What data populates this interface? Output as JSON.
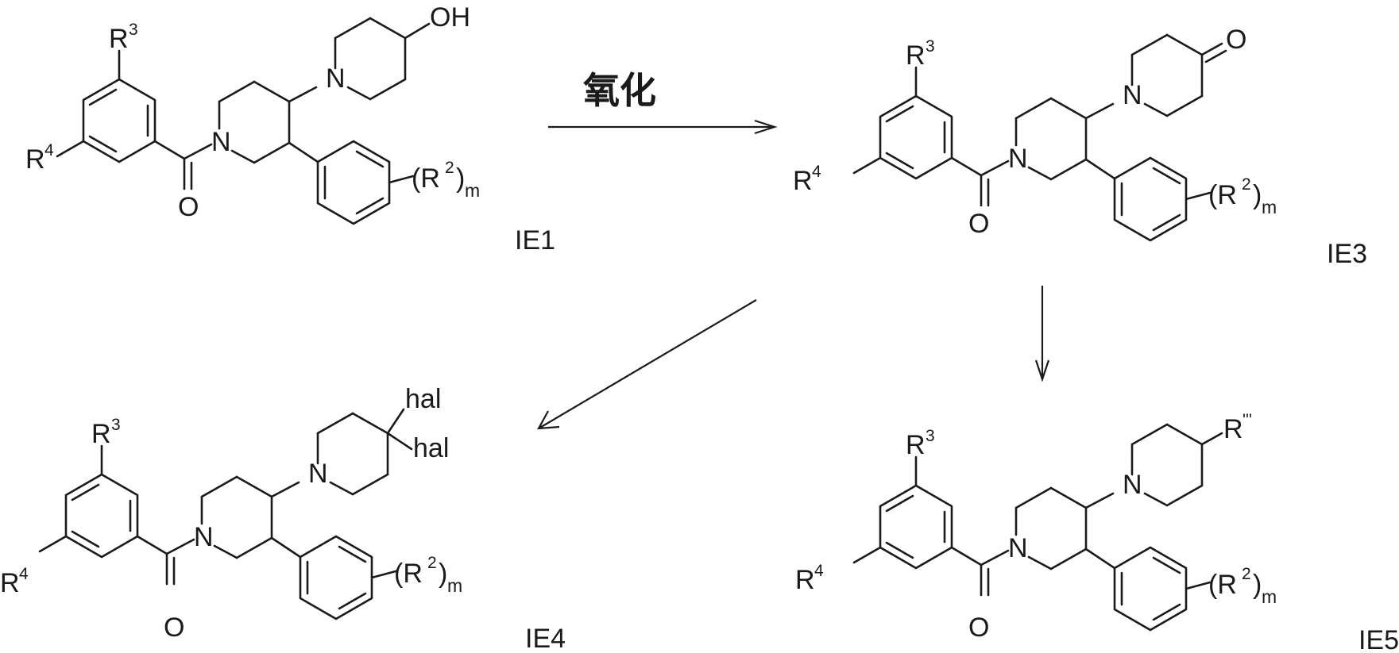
{
  "reaction": {
    "reagent_label": "氧化"
  },
  "labels": {
    "R3": "R",
    "R3_sup": "3",
    "R4": "R",
    "R4_sup": "4",
    "N": "N",
    "O": "O",
    "OH": "OH",
    "hal": "hal",
    "R2_open": "(R",
    "R2_sup": "2",
    "R2_close": ")",
    "R2_sub": "m",
    "Rprime": "R",
    "Rprime_sup": "'''"
  },
  "compounds": {
    "IE1": {
      "id": "IE1",
      "substituent": "OH"
    },
    "IE3": {
      "id": "IE3",
      "substituent": "O"
    },
    "IE4": {
      "id": "IE4",
      "substituent": "hal, hal"
    },
    "IE5": {
      "id": "IE5",
      "substituent": "R'''"
    }
  }
}
